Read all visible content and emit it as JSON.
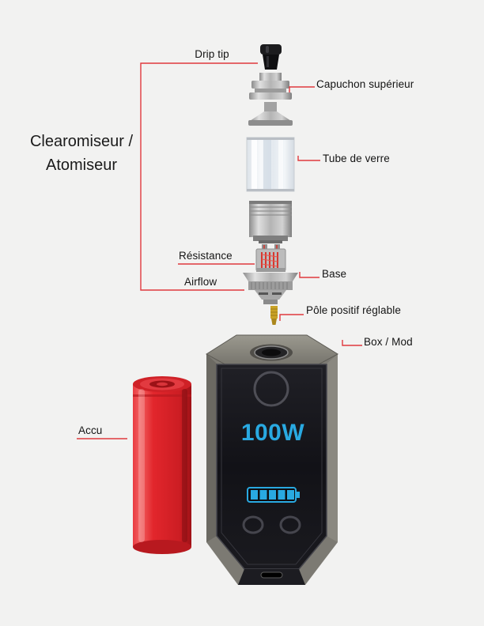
{
  "group_label": {
    "line1": "Clearomiseur /",
    "line2": "Atomiseur"
  },
  "labels": {
    "drip_tip": "Drip tip",
    "top_cap": "Capuchon supérieur",
    "glass_tube": "Tube de verre",
    "coil": "Résistance",
    "base": "Base",
    "airflow": "Airflow",
    "positive_pole": "Pôle positif réglable",
    "box_mod": "Box / Mod",
    "battery": "Accu"
  },
  "device_screen": {
    "wattage": "100W",
    "battery_level_segments": 5
  },
  "colors": {
    "background": "#f2f2f1",
    "leader_line": "#e0393e",
    "battery_body": "#e4272e",
    "screen_accent": "#29a9e1",
    "box_frame": "#7c7a73",
    "box_panel": "#15151a",
    "gold_pole": "#c9a227"
  }
}
